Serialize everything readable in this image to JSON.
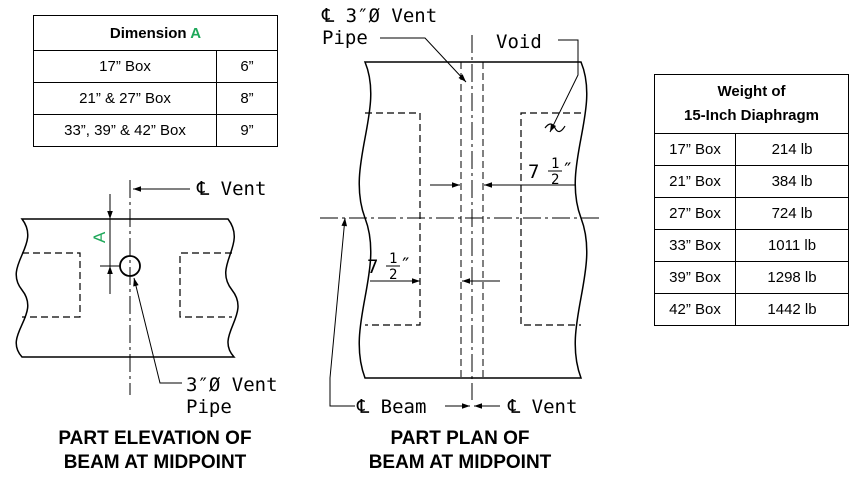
{
  "dimension_table": {
    "header_prefix": "Dimension ",
    "header_accent": "A",
    "rows": [
      {
        "box": "17” Box",
        "value": "6”"
      },
      {
        "box": "21” & 27” Box",
        "value": "8”"
      },
      {
        "box": "33”, 39” & 42” Box",
        "value": "9”"
      }
    ]
  },
  "weight_table": {
    "header_line1": "Weight of",
    "header_line2": "15-Inch Diaphragm",
    "rows": [
      {
        "box": "17” Box",
        "weight": "214 lb"
      },
      {
        "box": "21” Box",
        "weight": "384 lb"
      },
      {
        "box": "27” Box",
        "weight": "724 lb"
      },
      {
        "box": "33” Box",
        "weight": "1011 lb"
      },
      {
        "box": "39” Box",
        "weight": "1298 lb"
      },
      {
        "box": "42” Box",
        "weight": "1442 lb"
      }
    ]
  },
  "elevation": {
    "vent_label": "℄ Vent",
    "dim_label": "A",
    "pipe_label_line1": "3″Ø Vent",
    "pipe_label_line2": "Pipe",
    "title_line1": "PART ELEVATION OF",
    "title_line2": "BEAM AT MIDPOINT"
  },
  "plan": {
    "pipe_label_line1": "℄ 3″Ø Vent",
    "pipe_label_line2": "Pipe",
    "void_label": "Void",
    "dim_top_whole": "7",
    "dim_top_num": "1",
    "dim_top_den": "2",
    "dim_top_mark": "″",
    "dim_bottom_whole": "7",
    "dim_bottom_num": "1",
    "dim_bottom_den": "2",
    "dim_bottom_mark": "″",
    "beam_label": "℄ Beam",
    "vent_label": "℄ Vent",
    "title_line1": "PART PLAN OF",
    "title_line2": "BEAM AT MIDPOINT"
  },
  "colors": {
    "accent": "#1fa85a",
    "line": "#000000"
  }
}
